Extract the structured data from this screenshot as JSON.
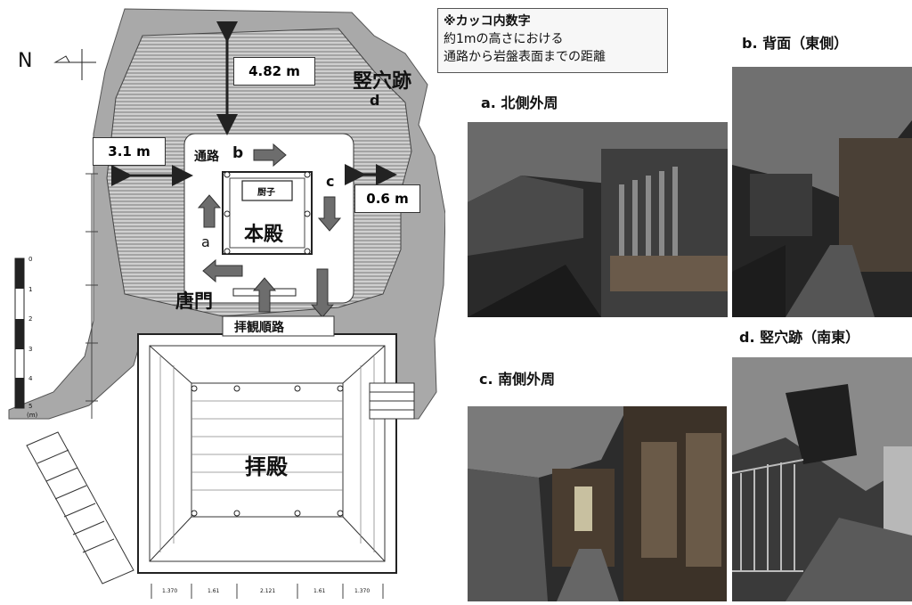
{
  "plan": {
    "north_label": "N",
    "areas": {
      "honden": "本殿",
      "zushi": "厨子",
      "karamon": "唐門",
      "haiden": "拝殿",
      "tateana": "竪穴跡"
    },
    "passage": {
      "label": "通路",
      "route_label": "拝観順路",
      "letters": [
        "a",
        "b",
        "c",
        "d"
      ]
    },
    "distances": {
      "north": "3.1 m",
      "top": "4.82 m",
      "south": "0.6 m"
    },
    "scale_ticks": [
      "0",
      "1",
      "2",
      "3",
      "4",
      "5"
    ],
    "scale_unit": "(m)",
    "bottom_dims": [
      "1.370",
      "1.61",
      "2.121",
      "1.61",
      "1.370"
    ]
  },
  "note": {
    "lines": [
      "※カッコ内数字",
      "約1mの高さにおける",
      "通路から岩盤表面までの距離"
    ]
  },
  "photos": {
    "a": "a. 北側外周",
    "b": "b. 背面（東側）",
    "c": "c. 南側外周",
    "d": "d. 竪穴跡（南東）"
  }
}
